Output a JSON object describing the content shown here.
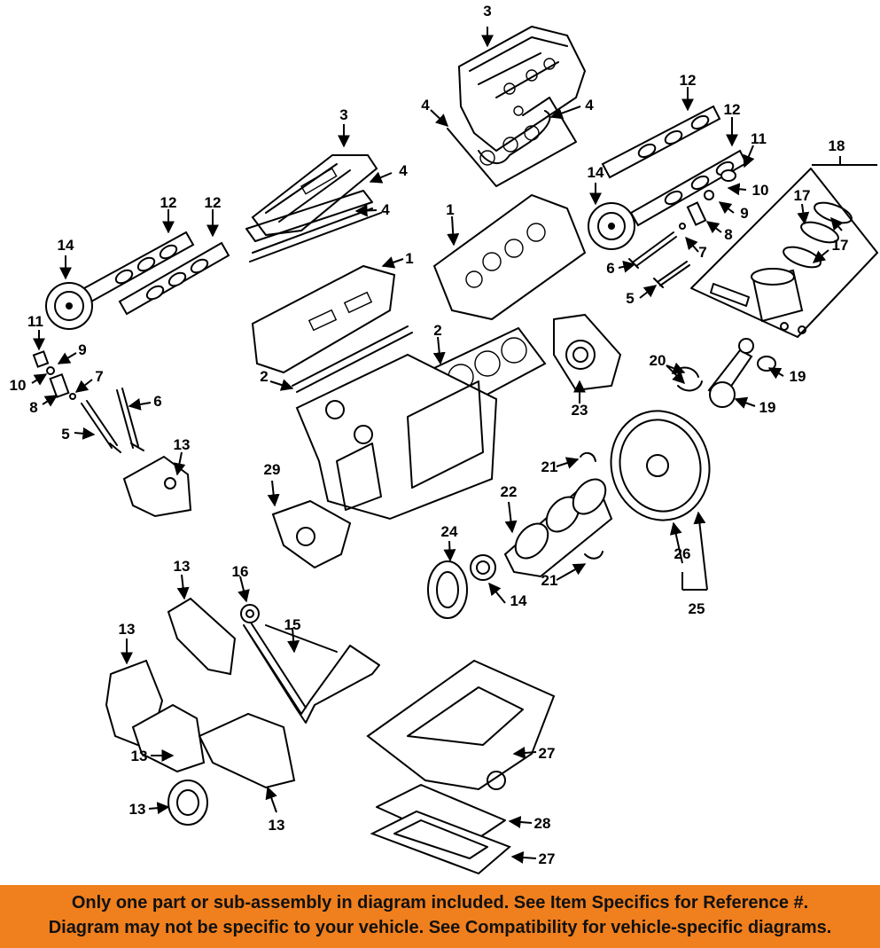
{
  "callouts": [
    {
      "id": "c3a",
      "text": "3"
    },
    {
      "id": "c4a",
      "text": "4"
    },
    {
      "id": "c4b",
      "text": "4"
    },
    {
      "id": "c3b",
      "text": "3"
    },
    {
      "id": "c4c",
      "text": "4"
    },
    {
      "id": "c4d",
      "text": "4"
    },
    {
      "id": "c12a",
      "text": "12"
    },
    {
      "id": "c12b",
      "text": "12"
    },
    {
      "id": "c12c",
      "text": "12"
    },
    {
      "id": "c12d",
      "text": "12"
    },
    {
      "id": "c11a",
      "text": "11"
    },
    {
      "id": "c10a",
      "text": "10"
    },
    {
      "id": "c9a",
      "text": "9"
    },
    {
      "id": "c8a",
      "text": "8"
    },
    {
      "id": "c7a",
      "text": "7"
    },
    {
      "id": "c6a",
      "text": "6"
    },
    {
      "id": "c5a",
      "text": "5"
    },
    {
      "id": "c14a",
      "text": "14"
    },
    {
      "id": "c14b",
      "text": "14"
    },
    {
      "id": "c14c",
      "text": "14"
    },
    {
      "id": "c18",
      "text": "18"
    },
    {
      "id": "c17a",
      "text": "17"
    },
    {
      "id": "c17b",
      "text": "17"
    },
    {
      "id": "c17c",
      "text": "17"
    },
    {
      "id": "c11b",
      "text": "11"
    },
    {
      "id": "c10b",
      "text": "10"
    },
    {
      "id": "c9b",
      "text": "9"
    },
    {
      "id": "c8b",
      "text": "8"
    },
    {
      "id": "c7b",
      "text": "7"
    },
    {
      "id": "c6b",
      "text": "6"
    },
    {
      "id": "c5b",
      "text": "5"
    },
    {
      "id": "c1a",
      "text": "1"
    },
    {
      "id": "c1b",
      "text": "1"
    },
    {
      "id": "c2a",
      "text": "2"
    },
    {
      "id": "c2b",
      "text": "2"
    },
    {
      "id": "c23",
      "text": "23"
    },
    {
      "id": "c20",
      "text": "20"
    },
    {
      "id": "c19a",
      "text": "19"
    },
    {
      "id": "c19b",
      "text": "19"
    },
    {
      "id": "c13a",
      "text": "13"
    },
    {
      "id": "c29",
      "text": "29"
    },
    {
      "id": "c21a",
      "text": "21"
    },
    {
      "id": "c22",
      "text": "22"
    },
    {
      "id": "c24",
      "text": "24"
    },
    {
      "id": "c21b",
      "text": "21"
    },
    {
      "id": "c26",
      "text": "26"
    },
    {
      "id": "c25",
      "text": "25"
    },
    {
      "id": "c13b",
      "text": "13"
    },
    {
      "id": "c16",
      "text": "16"
    },
    {
      "id": "c15",
      "text": "15"
    },
    {
      "id": "c13c",
      "text": "13"
    },
    {
      "id": "c13d",
      "text": "13"
    },
    {
      "id": "c13e",
      "text": "13"
    },
    {
      "id": "c13f",
      "text": "13"
    },
    {
      "id": "c27a",
      "text": "27"
    },
    {
      "id": "c28",
      "text": "28"
    },
    {
      "id": "c27b",
      "text": "27"
    }
  ],
  "banner": {
    "line1": "Only one part or sub-assembly in diagram included. See Item Specifics for Reference #.",
    "line2": "Diagram may not be specific to your vehicle. See Compatibility for vehicle-specific diagrams."
  },
  "colors": {
    "banner_background": "#f07f1e",
    "banner_text": "#111111",
    "line_art": "#000000"
  }
}
